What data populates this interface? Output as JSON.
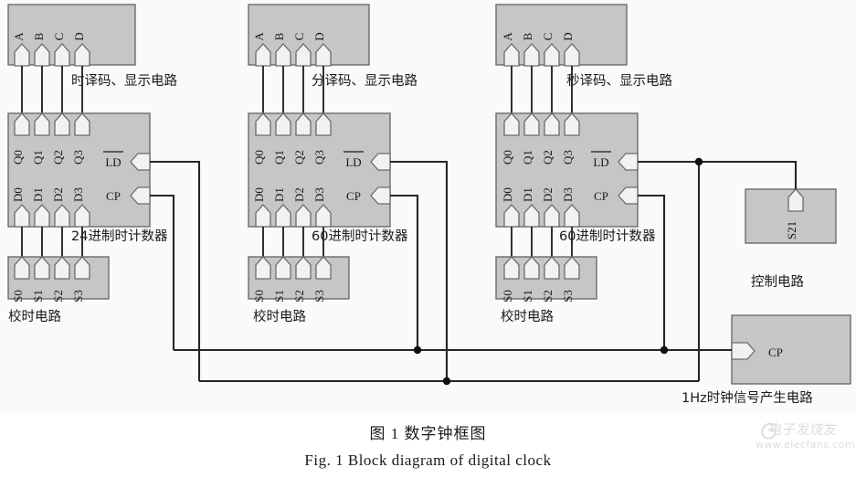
{
  "figure": {
    "caption_cn": "图 1   数字钟框图",
    "caption_en": "Fig. 1   Block diagram of digital clock"
  },
  "watermark": {
    "text_cn": "电子发烧友",
    "url": "www.elecfans.com"
  },
  "colors": {
    "block_fill": "#c6c6c6",
    "block_stroke": "#6b6b6b",
    "pin_fill": "#f2f2f2",
    "wire": "#262626",
    "figure_background": "#fafafa",
    "page_background": "#ffffff",
    "text": "#1a1a1a"
  },
  "columns": [
    {
      "id": "hour",
      "display_label": "时译码、显示电路",
      "display_pins": [
        "A",
        "B",
        "C",
        "D"
      ],
      "counter_label": "24进制时计数器",
      "counter_out_pins": [
        "Q0",
        "Q1",
        "Q2",
        "Q3"
      ],
      "counter_in_pins": [
        "D0",
        "D1",
        "D2",
        "D3"
      ],
      "counter_ctrl_pins": [
        "LD",
        "CP"
      ],
      "set_label": "校时电路",
      "set_pins": [
        "S0",
        "S1",
        "S2",
        "S3"
      ]
    },
    {
      "id": "minute",
      "display_label": "分译码、显示电路",
      "display_pins": [
        "A",
        "B",
        "C",
        "D"
      ],
      "counter_label": "60进制时计数器",
      "counter_out_pins": [
        "Q0",
        "Q1",
        "Q2",
        "Q3"
      ],
      "counter_in_pins": [
        "D0",
        "D1",
        "D2",
        "D3"
      ],
      "counter_ctrl_pins": [
        "LD",
        "CP"
      ],
      "set_label": "校时电路",
      "set_pins": [
        "S0",
        "S1",
        "S2",
        "S3"
      ]
    },
    {
      "id": "second",
      "display_label": "秒译码、显示电路",
      "display_pins": [
        "A",
        "B",
        "C",
        "D"
      ],
      "counter_label": "60进制时计数器",
      "counter_out_pins": [
        "Q0",
        "Q1",
        "Q2",
        "Q3"
      ],
      "counter_in_pins": [
        "D0",
        "D1",
        "D2",
        "D3"
      ],
      "counter_ctrl_pins": [
        "LD",
        "CP"
      ],
      "set_label": "校时电路",
      "set_pins": [
        "S0",
        "S1",
        "S2",
        "S3"
      ]
    }
  ],
  "control": {
    "pin": "S21",
    "label": "控制电路"
  },
  "clock": {
    "pin": "CP",
    "label": "1Hz时钟信号产生电路"
  },
  "overline_note": {
    "ld_has_overline": "true"
  }
}
